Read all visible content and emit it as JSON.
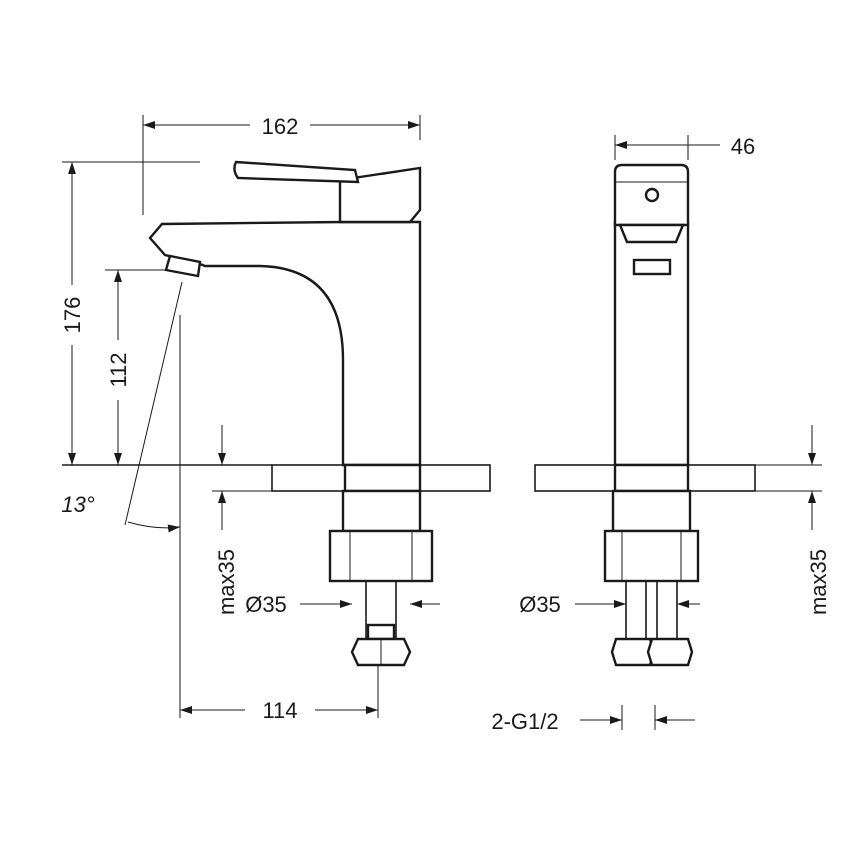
{
  "title": "Basin faucet dimension drawing",
  "dimensions": {
    "width_total": "162",
    "depth": "46",
    "height_total": "176",
    "spout_height": "112",
    "spout_angle": "13°",
    "max_thickness_left": "max35",
    "max_thickness_right": "max35",
    "hole_diameter_left": "Ø35",
    "hole_diameter_right": "Ø35",
    "spout_reach": "114",
    "connection": "2-G1/2"
  }
}
